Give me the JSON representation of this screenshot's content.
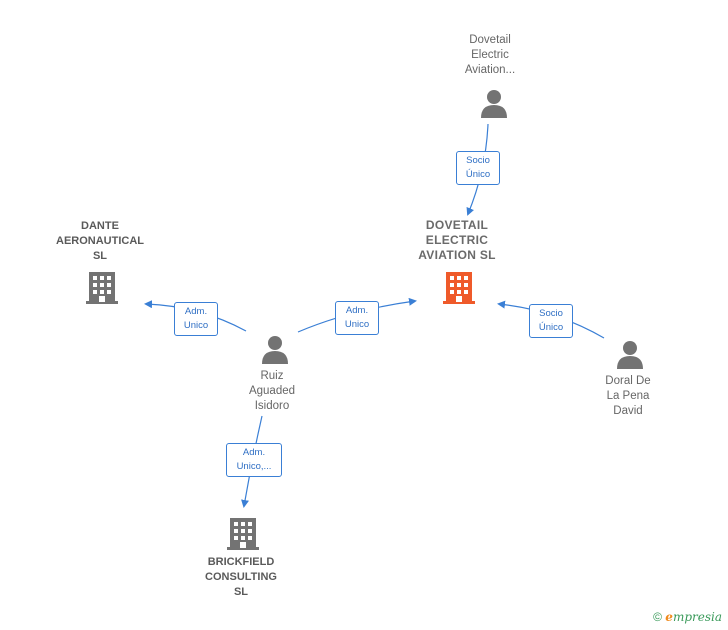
{
  "colors": {
    "edge": "#3a7fd5",
    "person_icon": "#737373",
    "company_icon": "#737373",
    "main_company_icon": "#ef5a2a"
  },
  "nodes": {
    "dovetail_person": {
      "label": "Dovetail\nElectric\nAviation...",
      "icon": "person-icon"
    },
    "main_company": {
      "label": "DOVETAIL\nELECTRIC\nAVIATION  SL",
      "icon": "building-icon"
    },
    "dante": {
      "label": "DANTE\nAERONAUTICAL\nSL",
      "icon": "building-icon"
    },
    "ruiz": {
      "label": "Ruiz\nAguaded\nIsidoro",
      "icon": "person-icon"
    },
    "doral": {
      "label": "Doral De\nLa Pena\nDavid",
      "icon": "person-icon"
    },
    "brickfield": {
      "label": "BRICKFIELD\nCONSULTING\nSL",
      "icon": "building-icon"
    }
  },
  "edges": {
    "dovetail_to_main": "Socio\nÚnico",
    "ruiz_to_main": "Adm.\nUnico",
    "ruiz_to_dante": "Adm.\nUnico",
    "doral_to_main": "Socio\nÚnico",
    "ruiz_to_brickfield": "Adm.\nUnico,..."
  },
  "watermark": {
    "symbol": "©",
    "brand_initial": "e",
    "brand_rest": "mpresia"
  }
}
